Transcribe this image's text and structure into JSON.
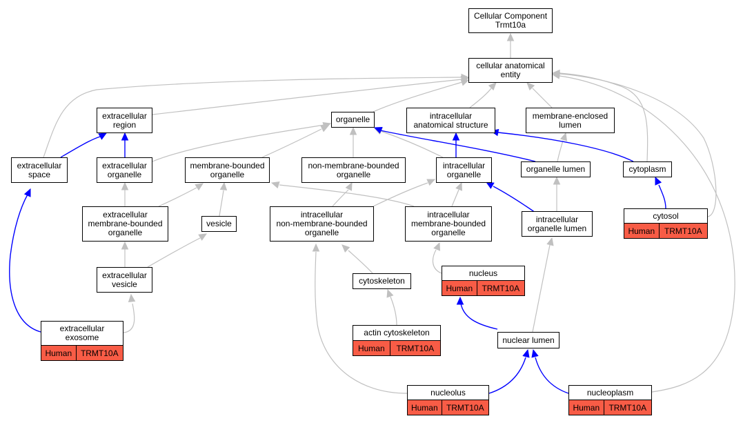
{
  "graph": {
    "colors": {
      "is_a_edge": "#c0c0c0",
      "part_of_edge": "#0000ff",
      "annotation_fill": "#f85c46"
    },
    "nodes": [
      {
        "id": "root",
        "label": "Cellular Component\nTrmt10a"
      },
      {
        "id": "cae",
        "label": "cellular anatomical\nentity"
      },
      {
        "id": "extracellular_region",
        "label": "extracellular\nregion"
      },
      {
        "id": "organelle",
        "label": "organelle"
      },
      {
        "id": "intracellular_anatomical_structure",
        "label": "intracellular\nanatomical structure"
      },
      {
        "id": "membrane_enclosed_lumen",
        "label": "membrane-enclosed\nlumen"
      },
      {
        "id": "extracellular_space",
        "label": "extracellular\nspace"
      },
      {
        "id": "extracellular_organelle",
        "label": "extracellular\norganelle"
      },
      {
        "id": "membrane_bounded_organelle",
        "label": "membrane-bounded\norganelle"
      },
      {
        "id": "non_membrane_bounded_organelle",
        "label": "non-membrane-bounded\norganelle"
      },
      {
        "id": "intracellular_organelle",
        "label": "intracellular\norganelle"
      },
      {
        "id": "organelle_lumen",
        "label": "organelle lumen"
      },
      {
        "id": "cytoplasm",
        "label": "cytoplasm"
      },
      {
        "id": "extracellular_mbo",
        "label": "extracellular\nmembrane-bounded\norganelle"
      },
      {
        "id": "vesicle",
        "label": "vesicle"
      },
      {
        "id": "intracellular_nmbo",
        "label": "intracellular\nnon-membrane-bounded\norganelle"
      },
      {
        "id": "intracellular_mbo",
        "label": "intracellular\nmembrane-bounded\norganelle"
      },
      {
        "id": "intracellular_organelle_lumen",
        "label": "intracellular\norganelle lumen"
      },
      {
        "id": "cytosol",
        "label": "cytosol",
        "annotation": [
          "Human",
          "TRMT10A"
        ]
      },
      {
        "id": "extracellular_vesicle",
        "label": "extracellular\nvesicle"
      },
      {
        "id": "cytoskeleton",
        "label": "cytoskeleton"
      },
      {
        "id": "nucleus",
        "label": "nucleus",
        "annotation": [
          "Human",
          "TRMT10A"
        ]
      },
      {
        "id": "extracellular_exosome",
        "label": "extracellular\nexosome",
        "annotation": [
          "Human",
          "TRMT10A"
        ]
      },
      {
        "id": "actin_cytoskeleton",
        "label": "actin cytoskeleton",
        "annotation": [
          "Human",
          "TRMT10A"
        ]
      },
      {
        "id": "nuclear_lumen",
        "label": "nuclear lumen"
      },
      {
        "id": "nucleolus",
        "label": "nucleolus",
        "annotation": [
          "Human",
          "TRMT10A"
        ]
      },
      {
        "id": "nucleoplasm",
        "label": "nucleoplasm",
        "annotation": [
          "Human",
          "TRMT10A"
        ]
      }
    ],
    "edges": [
      {
        "from": "cae",
        "to": "root",
        "type": "is_a"
      },
      {
        "from": "extracellular_region",
        "to": "cae",
        "type": "is_a"
      },
      {
        "from": "organelle",
        "to": "cae",
        "type": "is_a"
      },
      {
        "from": "intracellular_anatomical_structure",
        "to": "cae",
        "type": "is_a"
      },
      {
        "from": "membrane_enclosed_lumen",
        "to": "cae",
        "type": "is_a"
      },
      {
        "from": "extracellular_space",
        "to": "cae",
        "type": "is_a"
      },
      {
        "from": "extracellular_space",
        "to": "extracellular_region",
        "type": "part_of"
      },
      {
        "from": "extracellular_organelle",
        "to": "extracellular_region",
        "type": "part_of"
      },
      {
        "from": "extracellular_organelle",
        "to": "organelle",
        "type": "is_a"
      },
      {
        "from": "membrane_bounded_organelle",
        "to": "organelle",
        "type": "is_a"
      },
      {
        "from": "non_membrane_bounded_organelle",
        "to": "organelle",
        "type": "is_a"
      },
      {
        "from": "intracellular_organelle",
        "to": "organelle",
        "type": "is_a"
      },
      {
        "from": "intracellular_organelle",
        "to": "intracellular_anatomical_structure",
        "type": "part_of"
      },
      {
        "from": "organelle_lumen",
        "to": "organelle",
        "type": "part_of"
      },
      {
        "from": "organelle_lumen",
        "to": "membrane_enclosed_lumen",
        "type": "is_a"
      },
      {
        "from": "cytoplasm",
        "to": "cae",
        "type": "is_a"
      },
      {
        "from": "cytoplasm",
        "to": "intracellular_anatomical_structure",
        "type": "part_of"
      },
      {
        "from": "extracellular_mbo",
        "to": "extracellular_organelle",
        "type": "is_a"
      },
      {
        "from": "extracellular_mbo",
        "to": "membrane_bounded_organelle",
        "type": "is_a"
      },
      {
        "from": "vesicle",
        "to": "membrane_bounded_organelle",
        "type": "is_a"
      },
      {
        "from": "intracellular_nmbo",
        "to": "non_membrane_bounded_organelle",
        "type": "is_a"
      },
      {
        "from": "intracellular_nmbo",
        "to": "intracellular_organelle",
        "type": "is_a"
      },
      {
        "from": "intracellular_mbo",
        "to": "membrane_bounded_organelle",
        "type": "is_a"
      },
      {
        "from": "intracellular_mbo",
        "to": "intracellular_organelle",
        "type": "is_a"
      },
      {
        "from": "intracellular_organelle_lumen",
        "to": "organelle_lumen",
        "type": "is_a"
      },
      {
        "from": "intracellular_organelle_lumen",
        "to": "intracellular_organelle",
        "type": "part_of"
      },
      {
        "from": "cytosol",
        "to": "cae",
        "type": "is_a"
      },
      {
        "from": "cytosol",
        "to": "cytoplasm",
        "type": "part_of"
      },
      {
        "from": "extracellular_vesicle",
        "to": "extracellular_mbo",
        "type": "is_a"
      },
      {
        "from": "extracellular_vesicle",
        "to": "vesicle",
        "type": "is_a"
      },
      {
        "from": "cytoskeleton",
        "to": "intracellular_nmbo",
        "type": "is_a"
      },
      {
        "from": "nucleus",
        "to": "intracellular_mbo",
        "type": "is_a"
      },
      {
        "from": "extracellular_exosome",
        "to": "extracellular_vesicle",
        "type": "is_a"
      },
      {
        "from": "extracellular_exosome",
        "to": "extracellular_space",
        "type": "part_of"
      },
      {
        "from": "actin_cytoskeleton",
        "to": "cytoskeleton",
        "type": "is_a"
      },
      {
        "from": "nuclear_lumen",
        "to": "intracellular_organelle_lumen",
        "type": "is_a"
      },
      {
        "from": "nuclear_lumen",
        "to": "nucleus",
        "type": "part_of"
      },
      {
        "from": "nucleolus",
        "to": "intracellular_nmbo",
        "type": "is_a"
      },
      {
        "from": "nucleolus",
        "to": "nuclear_lumen",
        "type": "part_of"
      },
      {
        "from": "nucleoplasm",
        "to": "nuclear_lumen",
        "type": "part_of"
      },
      {
        "from": "nucleoplasm",
        "to": "cae",
        "type": "is_a"
      }
    ]
  }
}
